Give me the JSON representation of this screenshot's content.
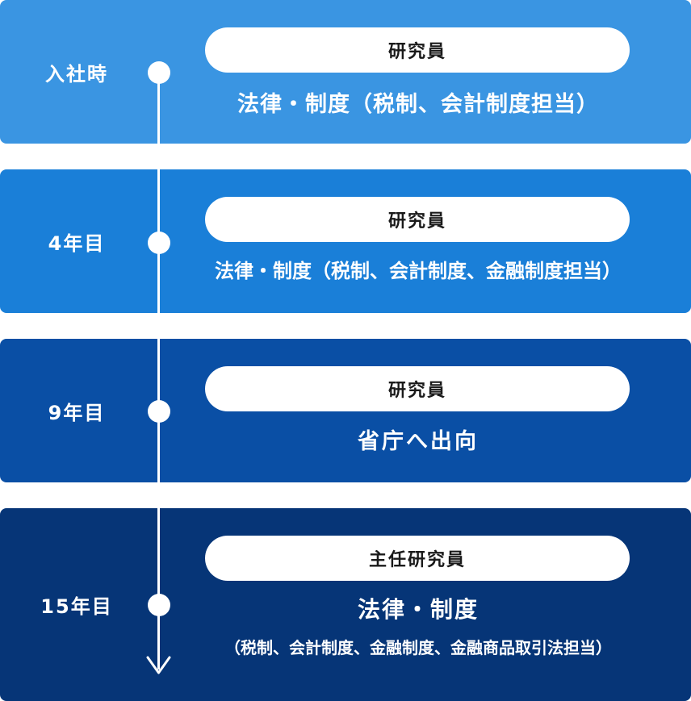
{
  "stages": [
    {
      "period": "入社時",
      "role": "研究員",
      "description": "法律・制度（税制、会計制度担当）"
    },
    {
      "period": "4年目",
      "role": "研究員",
      "description": "法律・制度（税制、会計制度、金融制度担当）"
    },
    {
      "period": "9年目",
      "role": "研究員",
      "description": "省庁へ出向"
    },
    {
      "period": "15年目",
      "role": "主任研究員",
      "description": "法律・制度",
      "description_sub": "（税制、会計制度、金融制度、金融商品取引法担当）"
    }
  ],
  "colors": {
    "band_1": "#3a95e2",
    "band_2": "#1a7fd8",
    "band_3": "#0a4fa5",
    "band_4": "#063577",
    "pill": "#ffffff",
    "text_dark": "#1a1a1a",
    "text_light": "#ffffff"
  }
}
